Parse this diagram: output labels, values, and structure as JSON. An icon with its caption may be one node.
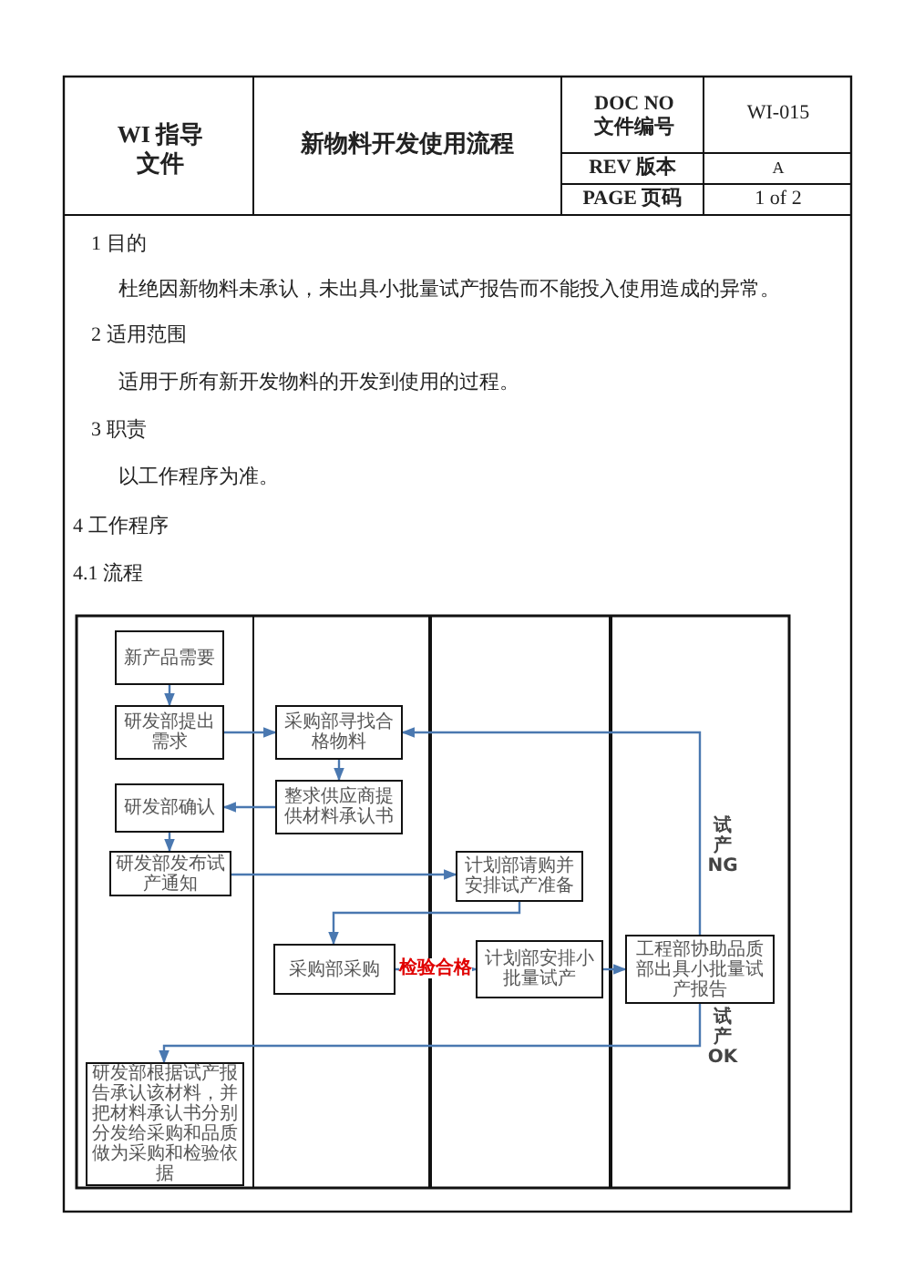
{
  "diagram": {
    "title": "新物料开发使用流程",
    "nodes": [
      {
        "text": [
          "新产品需要"
        ]
      },
      {
        "text": [
          "研发部提出需求"
        ]
      },
      {
        "text": [
          "采购部寻找合格物料"
        ]
      },
      {
        "text": [
          "整求供应商提供材料承认书"
        ]
      },
      {
        "text": [
          "研发部确认"
        ]
      },
      {
        "text": [
          "研发部发布试产通知"
        ]
      },
      {
        "text": [
          "计划部请购并安排试产准备"
        ]
      },
      {
        "text": [
          "采购部采购"
        ]
      },
      {
        "text": [
          "计划部安排小批量试产"
        ]
      },
      {
        "text": [
          "工程部协助品质部出具小批量试产报告"
        ]
      },
      {
        "text": [
          "研发部根据试产报告承认该材料，并把材料承认书分别分发给采购和品质做为采购和检验依据"
        ]
      }
    ],
    "edges": [
      {
        "from": 0,
        "to": 1,
        "arrow": "to"
      },
      {
        "from": 1,
        "to": 2,
        "arrow": "to"
      },
      {
        "from": 2,
        "to": 3,
        "arrow": "to"
      },
      {
        "from": 3,
        "to": 4,
        "arrow": "to"
      },
      {
        "from": 4,
        "to": 5,
        "arrow": "to"
      },
      {
        "from": 5,
        "to": 6,
        "arrow": "to"
      },
      {
        "from": 6,
        "to": 7,
        "arrow": "to"
      },
      {
        "from": 7,
        "to": 8,
        "arrow": "to",
        "label": "检验合格"
      },
      {
        "from": 8,
        "to": 9,
        "arrow": "to"
      },
      {
        "from": 9,
        "to": 2,
        "arrow": "to",
        "label": "试产NG"
      },
      {
        "from": 9,
        "to": 10,
        "arrow": "to",
        "label": "试产OK"
      }
    ],
    "labels": [
      "WI 指导文件",
      "DOC NO 文件编号",
      "WI-015",
      "REV 版本",
      "A",
      "PAGE 页码",
      "1 of 2",
      "1 目的",
      "杜绝因新物料未承认，未出具小批量试产报告而不能投入使用造成的异常。",
      "2 适用范围",
      "适用于所有新开发物料的开发到使用的过程。",
      "3 职责",
      "以工作程序为准。",
      "4 工作程序",
      "4.1 流程"
    ]
  }
}
